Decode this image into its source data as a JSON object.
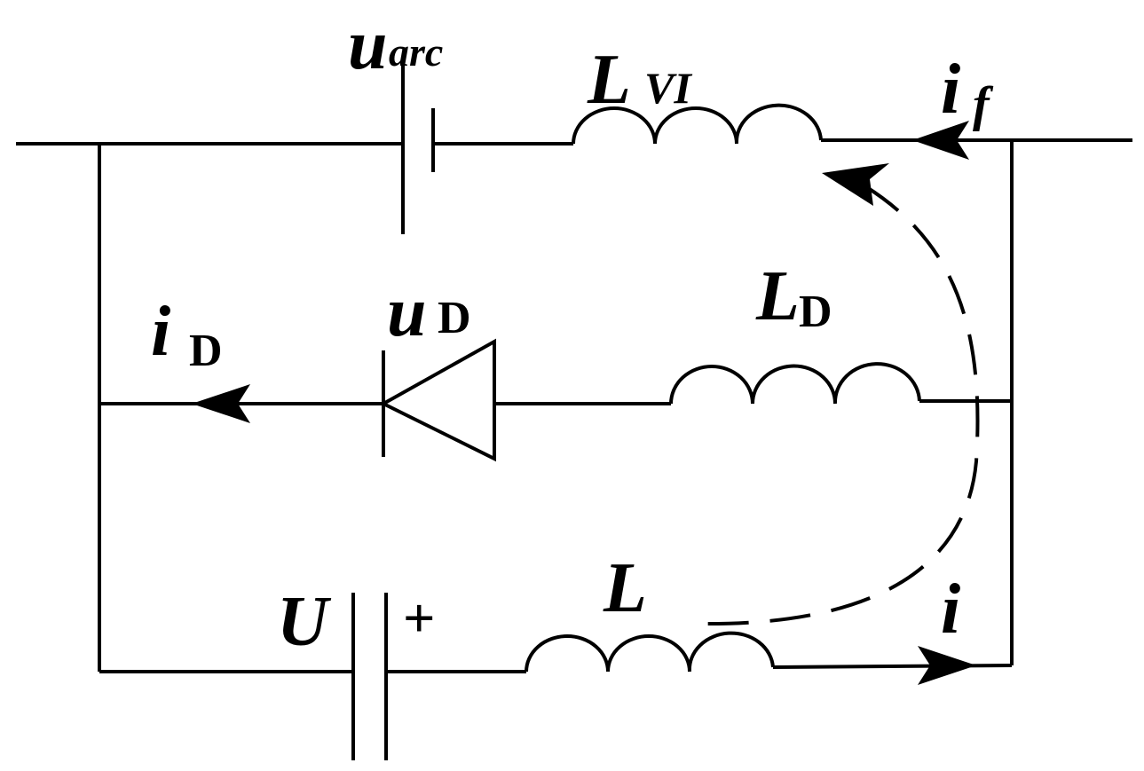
{
  "labels": {
    "u_arc_main": "u",
    "u_arc_sub": "arc",
    "L_VI_main": "L",
    "L_VI_sub": "VI",
    "i_f_main": "i",
    "i_f_sub": "f",
    "u_D_main": "u",
    "u_D_sub": "D",
    "L_D_main": "L",
    "L_D_sub": "D",
    "i_D_main": "i",
    "i_D_sub": "D",
    "U": "U",
    "plus": "+",
    "L": "L",
    "i": "i"
  },
  "colors": {
    "stroke": "#000000",
    "background": "#ffffff"
  }
}
